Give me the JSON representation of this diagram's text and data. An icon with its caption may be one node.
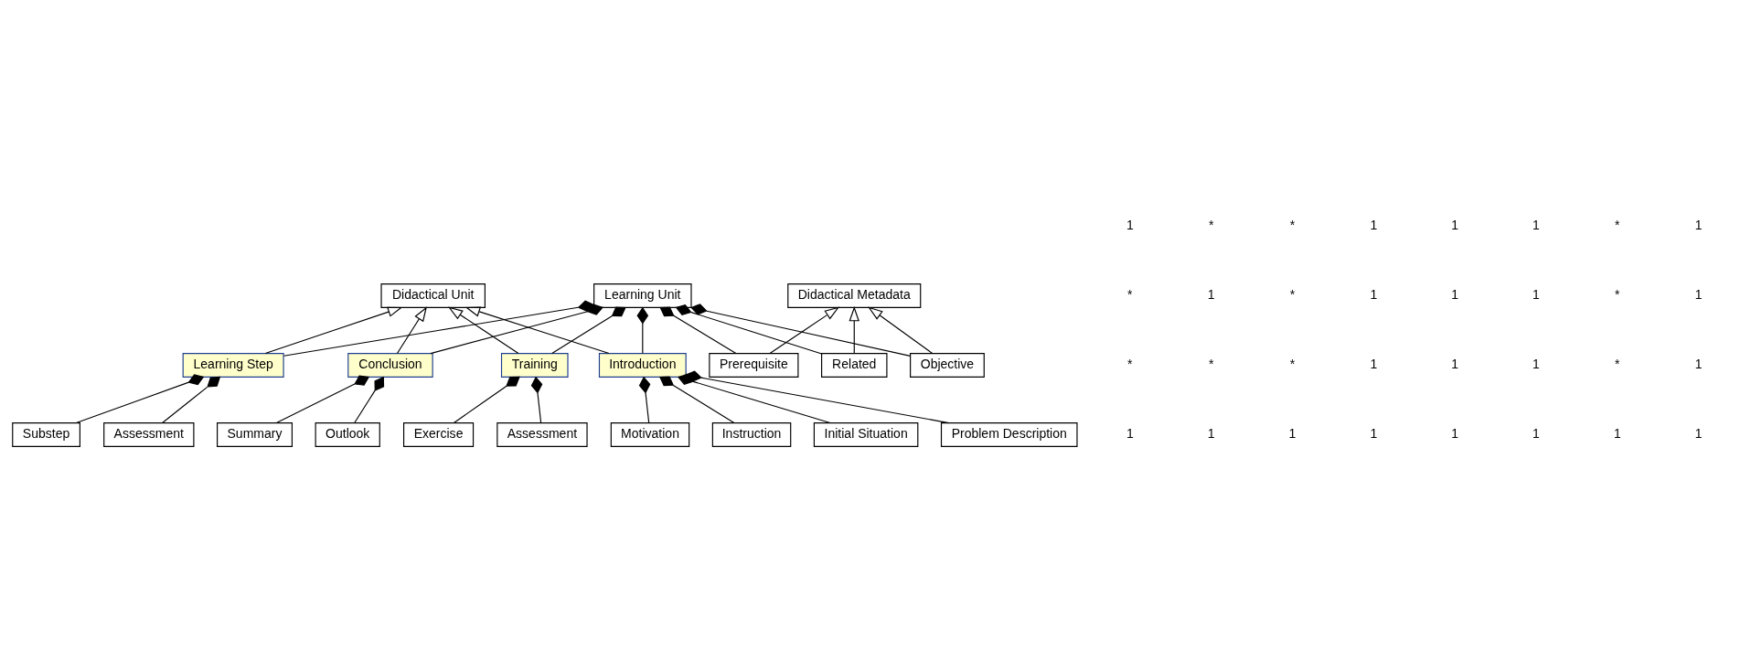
{
  "diagram": {
    "nodes": [
      {
        "text": [
          "Didactical Unit"
        ]
      },
      {
        "text": [
          "Initial Situation"
        ]
      },
      {
        "text": [
          "Problem Description"
        ]
      },
      {
        "text": [
          "Motivation"
        ]
      },
      {
        "text": [
          "Instruction"
        ]
      },
      {
        "text": [
          "Introduction"
        ]
      },
      {
        "text": [
          "Learning Step"
        ]
      },
      {
        "text": [
          "Substep"
        ]
      },
      {
        "text": [
          "Assessment"
        ]
      },
      {
        "text": [
          "Conclusion"
        ]
      },
      {
        "text": [
          "Summary"
        ]
      },
      {
        "text": [
          "Outlook"
        ]
      },
      {
        "text": [
          "Training"
        ]
      },
      {
        "text": [
          "Exercise"
        ]
      },
      {
        "text": [
          "Assessment"
        ]
      },
      {
        "text": [
          "Learning Unit"
        ]
      },
      {
        "text": [
          "Prerequisite"
        ]
      },
      {
        "text": [
          "Related"
        ]
      },
      {
        "text": [
          "Objective"
        ]
      },
      {
        "text": [
          "Didactical Metadata"
        ]
      }
    ],
    "edges": [
      {
        "from": 5,
        "to": 0,
        "arrow": "to"
      },
      {
        "from": 6,
        "to": 0,
        "arrow": "to"
      },
      {
        "from": 9,
        "to": 0,
        "arrow": "to"
      },
      {
        "from": 12,
        "to": 0,
        "arrow": "to"
      },
      {
        "from": 1,
        "to": 5,
        "arrow": "other"
      },
      {
        "from": 2,
        "to": 5,
        "arrow": "other"
      },
      {
        "from": 3,
        "to": 5,
        "arrow": "other"
      },
      {
        "from": 4,
        "to": 5,
        "arrow": "other"
      },
      {
        "from": 7,
        "to": 6,
        "arrow": "other"
      },
      {
        "from": 8,
        "to": 6,
        "arrow": "other"
      },
      {
        "from": 10,
        "to": 9,
        "arrow": "other"
      },
      {
        "from": 11,
        "to": 9,
        "arrow": "other"
      },
      {
        "from": 13,
        "to": 12,
        "arrow": "other"
      },
      {
        "from": 14,
        "to": 12,
        "arrow": "other"
      },
      {
        "from": 5,
        "to": 15,
        "arrow": "other"
      },
      {
        "from": 6,
        "to": 15,
        "arrow": "other"
      },
      {
        "from": 9,
        "to": 15,
        "arrow": "other"
      },
      {
        "from": 12,
        "to": 15,
        "arrow": "other"
      },
      {
        "from": 16,
        "to": 15,
        "arrow": "other"
      },
      {
        "from": 17,
        "to": 15,
        "arrow": "other"
      },
      {
        "from": 18,
        "to": 15,
        "arrow": "other"
      },
      {
        "from": 16,
        "to": 19,
        "arrow": "to"
      },
      {
        "from": 17,
        "to": 19,
        "arrow": "to"
      },
      {
        "from": 18,
        "to": 19,
        "arrow": "to"
      }
    ],
    "labels": [
      "1",
      "1",
      "1",
      "1",
      "1",
      "1",
      "1",
      "1",
      "*",
      "*",
      "*",
      "1",
      "1",
      "1",
      "*",
      "1",
      "*",
      "1",
      "*",
      "1",
      "1",
      "1",
      "*",
      "1",
      "1",
      "*",
      "*",
      "1",
      "1",
      "1",
      "*",
      "1"
    ]
  }
}
